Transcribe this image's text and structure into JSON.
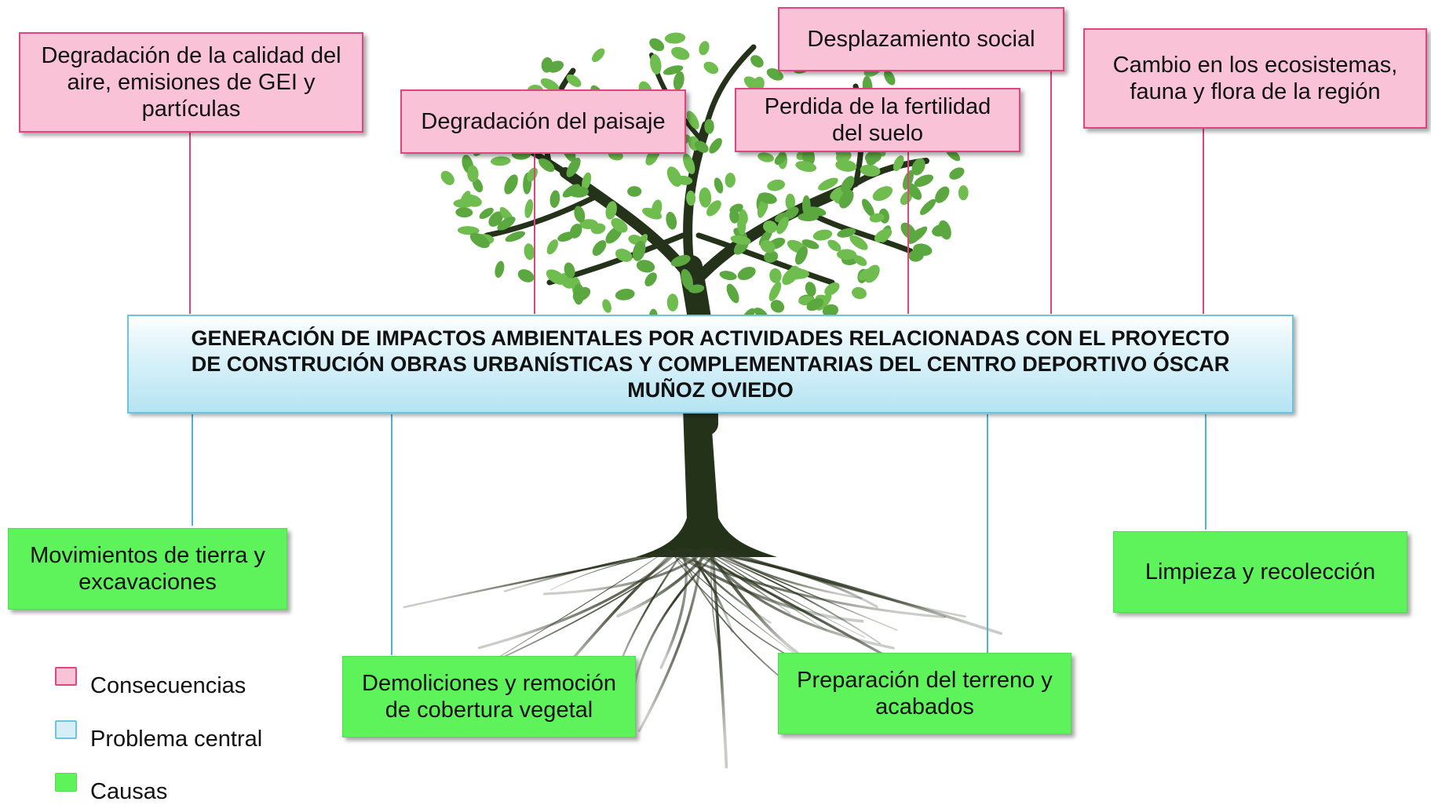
{
  "central_problem": {
    "text": "GENERACIÓN DE IMPACTOS AMBIENTALES POR ACTIVIDADES RELACIONADAS CON EL PROYECTO DE CONSTRUCIÓN OBRAS URBANÍSTICAS Y COMPLEMENTARIAS DEL CENTRO DEPORTIVO ÓSCAR MUÑOZ OVIEDO"
  },
  "consequences": [
    "Degradación de la calidad del aire, emisiones de GEI y partículas",
    "Degradación del paisaje",
    "Desplazamiento social",
    "Perdida de la fertilidad del suelo",
    "Cambio en los ecosistemas, fauna y flora de la región"
  ],
  "causes": [
    "Movimientos de tierra y excavaciones",
    "Demoliciones y remoción de cobertura vegetal",
    "Preparación del terreno y acabados",
    "Limpieza y recolección"
  ],
  "legend": [
    {
      "label": "Consecuencias",
      "color": "#f9c2d6"
    },
    {
      "label": "Problema central",
      "color": "#d6eef7"
    },
    {
      "label": "Causas",
      "color": "#5ef35b"
    }
  ],
  "colors": {
    "consequence_fill": "#f9c2d6",
    "consequence_line": "#e0457f",
    "central_fill": "#b5e4f3",
    "central_line": "#6cc4de",
    "cause_fill": "#5ef35b",
    "leaf": "#5aa83f",
    "trunk": "#25321a"
  }
}
